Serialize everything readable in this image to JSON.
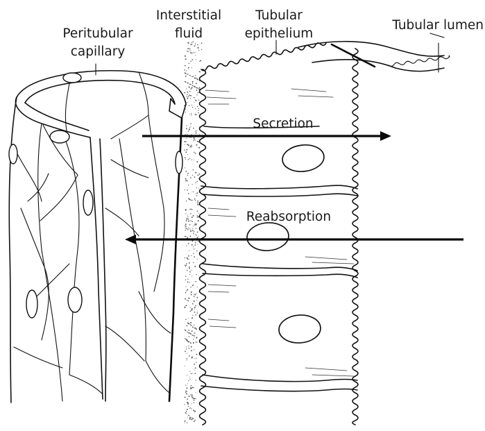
{
  "labels": {
    "peritubular_line1": "Peritubular",
    "peritubular_line2": "capillary",
    "interstitial_line1": "Interstitial",
    "interstitial_line2": "fluid",
    "tubular_epithelium_line1": "Tubular",
    "tubular_epithelium_line2": "epithelium",
    "tubular_lumen": "Tubular lumen",
    "secretion": "Secretion",
    "reabsorption": "Reabsorption"
  },
  "arrows": {
    "secretion_direction": "right",
    "reabsorption_direction": "left"
  },
  "colors": {
    "ink": "#111111",
    "background": "#ffffff"
  }
}
